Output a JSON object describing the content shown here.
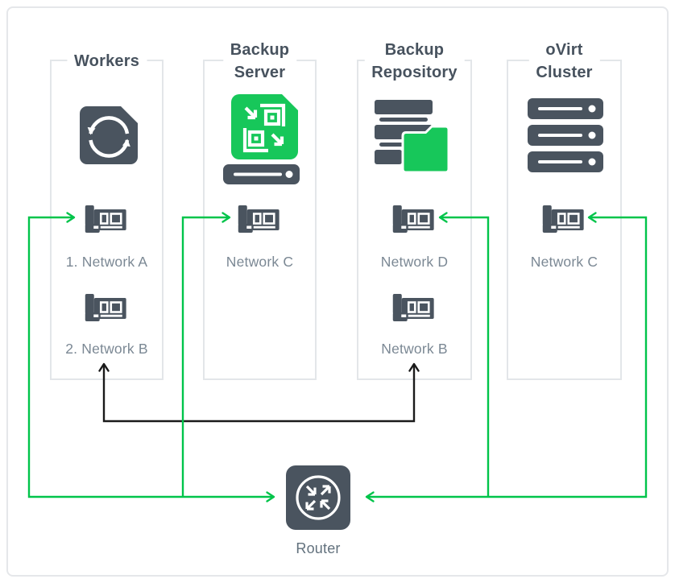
{
  "diagram": {
    "columns": [
      {
        "title": "Workers",
        "icon": "sync-file-icon",
        "nics": [
          {
            "icon": "nic-icon",
            "label": "1. Network A"
          },
          {
            "icon": "nic-icon",
            "label": "2. Network B"
          }
        ]
      },
      {
        "title": "Backup\nServer",
        "icon": "backup-server-icon",
        "nics": [
          {
            "icon": "nic-icon",
            "label": "Network C"
          }
        ]
      },
      {
        "title": "Backup\nRepository",
        "icon": "storage-folder-icon",
        "nics": [
          {
            "icon": "nic-icon",
            "label": "Network D"
          },
          {
            "icon": "nic-icon",
            "label": "Network B"
          }
        ]
      },
      {
        "title": "oVirt\nCluster",
        "icon": "server-cluster-icon",
        "nics": [
          {
            "icon": "nic-icon",
            "label": "Network C"
          }
        ]
      }
    ],
    "router": {
      "label": "Router",
      "icon": "router-icon"
    },
    "connections": [
      {
        "color": "green",
        "from": "Router",
        "to": "Workers / 1. Network A"
      },
      {
        "color": "green",
        "from": "Router",
        "to": "Backup Server / Network C"
      },
      {
        "color": "green",
        "from": "Router",
        "to": "Backup Repository / Network D"
      },
      {
        "color": "green",
        "from": "Router",
        "to": "oVirt Cluster / Network C"
      },
      {
        "color": "black",
        "from": "Workers / 2. Network B",
        "to": "Backup Repository / Network B"
      }
    ],
    "colors": {
      "line_green": "#00C44A",
      "icon_green": "#17C75A",
      "slate": "#4A545F",
      "title_text": "#47525E",
      "label_text": "#7B8894",
      "box_border": "#E3E6E9",
      "connection_black": "#1A1A1A"
    }
  }
}
